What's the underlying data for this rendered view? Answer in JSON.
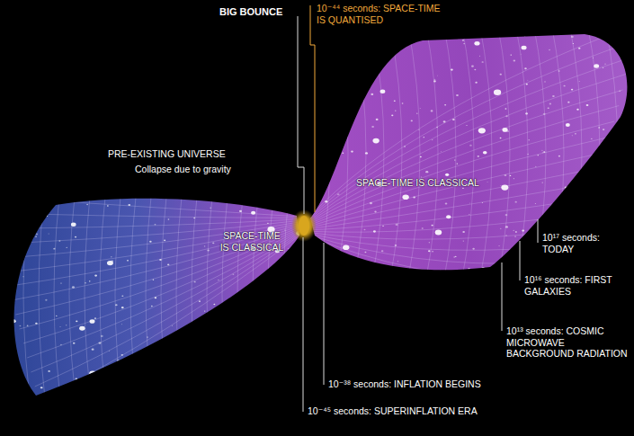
{
  "diagram": {
    "labels": [
      "BIG BOUNCE",
      "10⁻⁴⁴ seconds: SPACE-TIME IS QUANTISED",
      "PRE-EXISTING UNIVERSE",
      "Collapse due to gravity",
      "SPACE-TIME IS CLASSICAL",
      "SPACE-TIME IS CLASSICAL",
      "10¹⁷ seconds: TODAY",
      "10¹⁶ seconds: FIRST GALAXIES",
      "10¹³ seconds: COSMIC MICROWAVE BACKGROUND RADIATION",
      "10⁻³⁸ seconds: INFLATION BEGINS",
      "10⁻⁴⁵ seconds: SUPERINFLATION ERA"
    ]
  }
}
